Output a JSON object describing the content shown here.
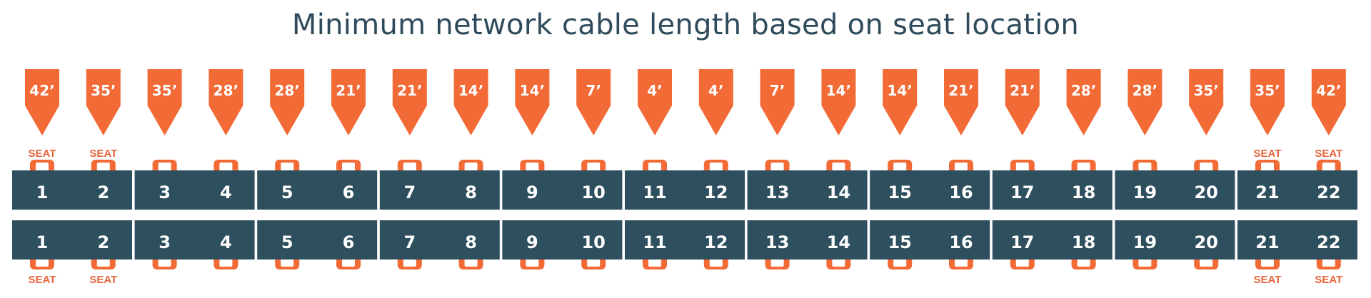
{
  "title": "Minimum network cable length based on seat location",
  "colors": {
    "accent": "#f26a35",
    "table": "#2d4f5e",
    "title": "#2f4b5b",
    "white": "#ffffff"
  },
  "cable_lengths": [
    "42’",
    "35’",
    "35’",
    "28’",
    "28’",
    "21’",
    "21’",
    "14’",
    "14’",
    "7’",
    "4’",
    "4’",
    "7’",
    "14’",
    "14’",
    "21’",
    "21’",
    "28’",
    "28’",
    "35’",
    "35’",
    "42’"
  ],
  "top_row": {
    "seat_numbers": [
      "1",
      "2",
      "3",
      "4",
      "5",
      "6",
      "7",
      "8",
      "9",
      "10",
      "11",
      "12",
      "13",
      "14",
      "15",
      "16",
      "17",
      "18",
      "19",
      "20",
      "21",
      "22"
    ],
    "labeled_seats": [
      0,
      1,
      20,
      21
    ]
  },
  "bottom_row": {
    "seat_numbers": [
      "1",
      "2",
      "3",
      "4",
      "5",
      "6",
      "7",
      "8",
      "9",
      "10",
      "11",
      "12",
      "13",
      "14",
      "15",
      "16",
      "17",
      "18",
      "19",
      "20",
      "21",
      "22"
    ],
    "labeled_seats": [
      0,
      1,
      20,
      21
    ]
  },
  "seat_label": "SEAT"
}
